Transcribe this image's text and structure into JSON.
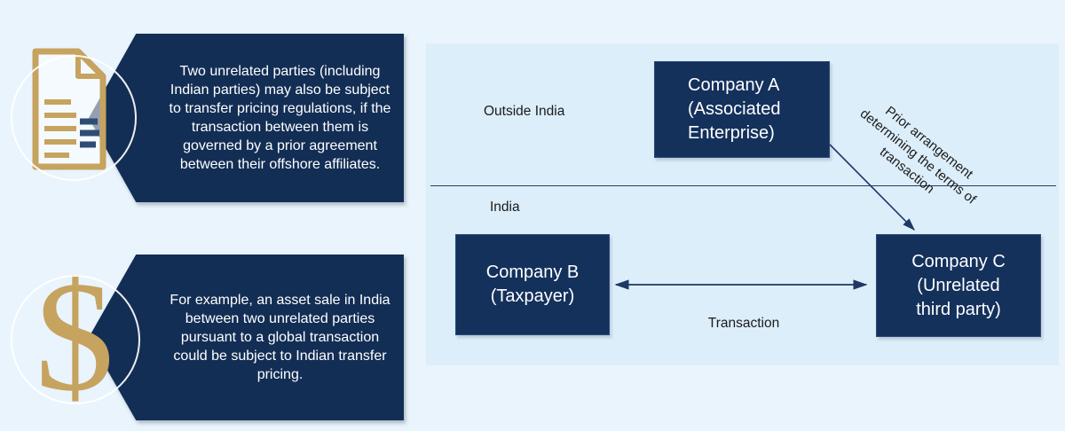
{
  "colors": {
    "navy_banner": "#132e55",
    "navy_box": "#14315c",
    "gold": "#c6a35f",
    "panel_background": "#dceefa",
    "page_background": "#e9f4fc",
    "arrow": "#1f3864",
    "label_text": "#1b1b1b",
    "box_text": "#ffffff"
  },
  "callouts": [
    {
      "id": "offshore-agreement",
      "icon": "document-icon",
      "text": "Two unrelated parties (including Indian parties) may also be subject to transfer pricing regulations, if the transaction between them is governed by a prior agreement between their offshore affiliates."
    },
    {
      "id": "asset-sale-example",
      "icon": "dollar-icon",
      "glyph": "$",
      "text": "For example, an asset sale in India between two unrelated parties pursuant to a global transaction could be subject to Indian transfer pricing."
    }
  ],
  "diagram": {
    "region_labels": {
      "outside": "Outside India",
      "inside": "India"
    },
    "nodes": {
      "a": {
        "lines": [
          "Company A",
          "(Associated",
          "Enterprise)"
        ]
      },
      "b": {
        "lines": [
          "Company B",
          "(Taxpayer)"
        ]
      },
      "c": {
        "lines": [
          "Company C",
          "(Unrelated",
          "third party)"
        ]
      }
    },
    "edge_labels": {
      "prior_arrangement": "Prior arrangement determining the terms of transaction",
      "transaction": "Transaction"
    }
  }
}
